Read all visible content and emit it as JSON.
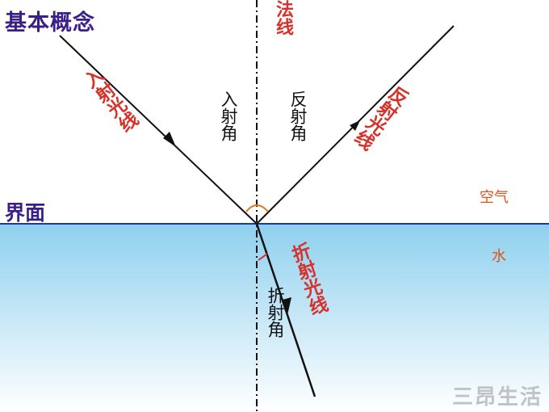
{
  "title": "基本概念",
  "interface_label": "界面",
  "normal_label": "法线",
  "angles": {
    "incidence": "入射角",
    "reflection": "反射角",
    "refraction": "折射角"
  },
  "rays": {
    "incident": "入射光线",
    "reflected": "反射光线",
    "refracted": "折射光线"
  },
  "media": {
    "air": "空气",
    "water": "水"
  },
  "watermark": "三昂生活",
  "colors": {
    "title": "#3a1f8a",
    "red_label": "#d4322a",
    "media_label": "#e0521a",
    "water_top": "#8fd0ee",
    "water_bottom": "#ffffff",
    "interface_line": "#1a3aa0"
  }
}
